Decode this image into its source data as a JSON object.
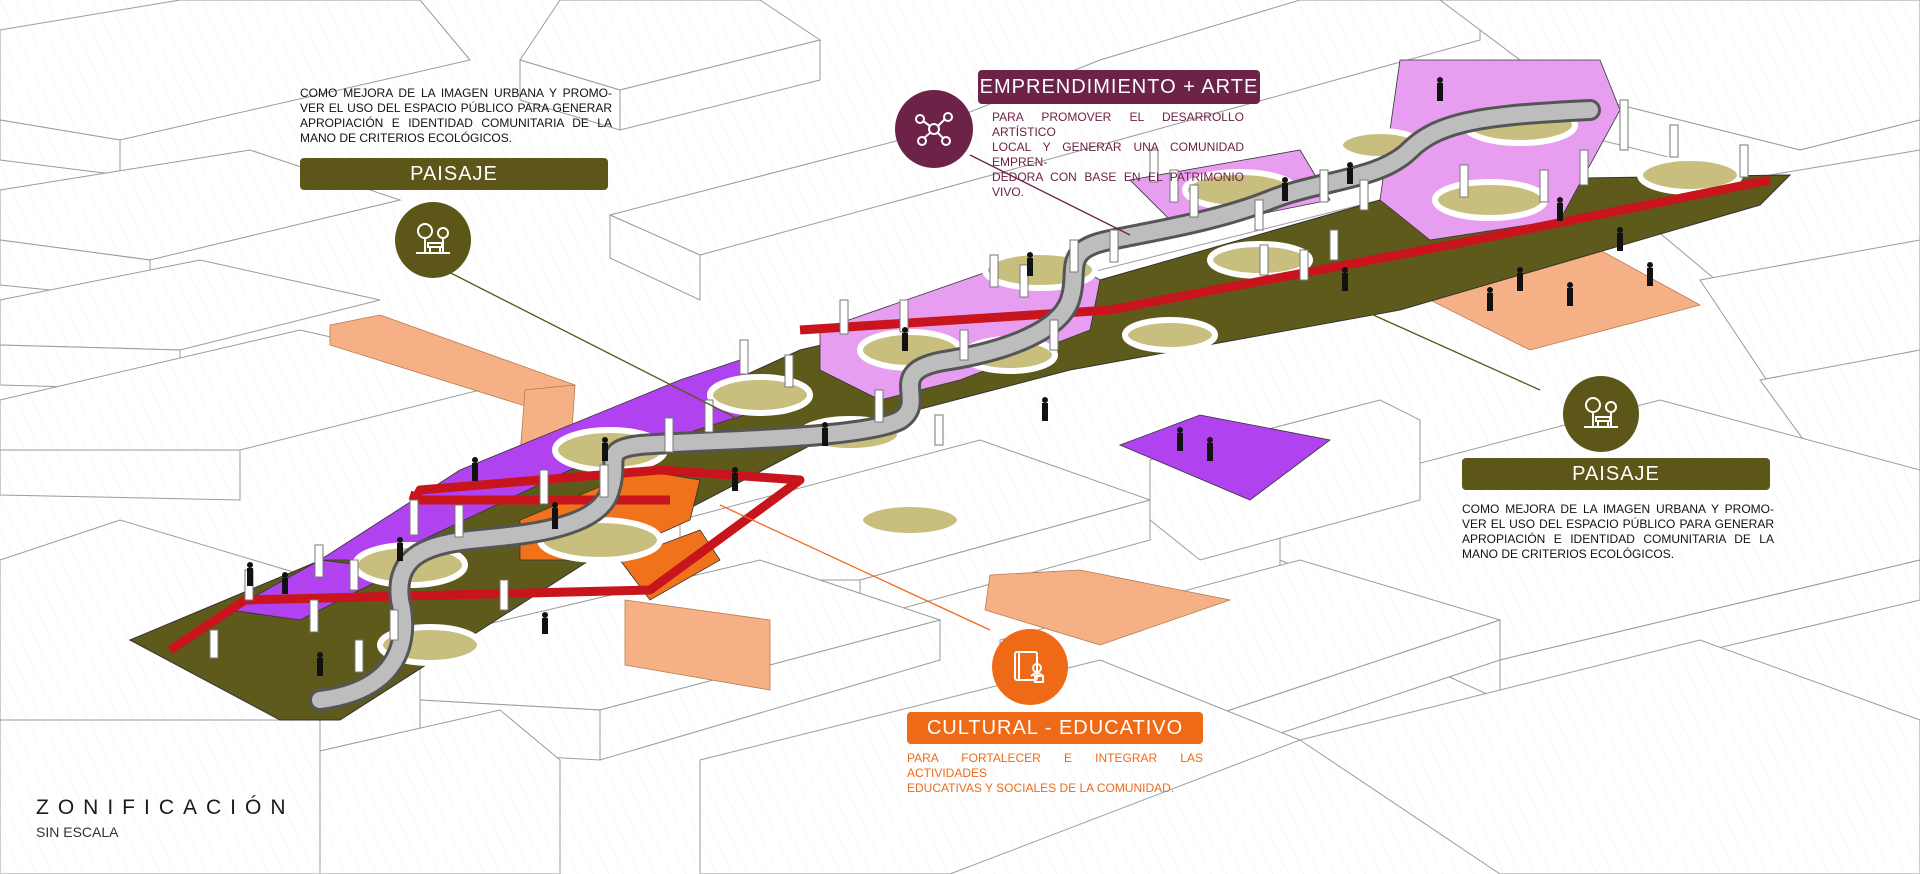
{
  "title": "ZONIFICACIÓN",
  "subtitle": "SIN ESCALA",
  "colors": {
    "paisaje": "#5c5718",
    "emprendimiento": "#6d2247",
    "cultural": "#ef6a17",
    "purple_zone": "#b042f0",
    "pink_zone": "#e79ef0",
    "peach_zone": "#f6b085",
    "orange_zone": "#f0731c",
    "red_path": "#c8151d",
    "olive_zone": "#5e5a1c",
    "circle_fill": "#c8bf7e"
  },
  "zones": {
    "paisaje_left": {
      "label": "PAISAJE",
      "icon": "park-tree-bench-icon",
      "description": [
        "COMO MEJORA DE LA IMAGEN URBANA Y PROMO-",
        "VER EL USO DEL ESPACIO PÚBLICO PARA GENERAR",
        "APROPIACIÓN E IDENTIDAD COMUNITARIA DE LA",
        "MANO DE CRITERIOS ECOLÓGICOS."
      ]
    },
    "emprendimiento": {
      "label": "EMPRENDIMIENTO + ARTE",
      "icon": "network-nodes-icon",
      "description": [
        "PARA PROMOVER EL DESARROLLO ARTÍSTICO",
        "LOCAL Y GENERAR UNA COMUNIDAD EMPREN-",
        "DEDORA CON BASE EN EL PATRIMONIO VIVO."
      ]
    },
    "paisaje_right": {
      "label": "PAISAJE",
      "icon": "park-tree-bench-icon",
      "description": [
        "COMO MEJORA DE LA IMAGEN URBANA Y PROMO-",
        "VER EL USO DEL ESPACIO PÚBLICO PARA GENERAR",
        "APROPIACIÓN E IDENTIDAD COMUNITARIA DE LA",
        "MANO DE CRITERIOS ECOLÓGICOS."
      ]
    },
    "cultural": {
      "label": "CULTURAL - EDUCATIVO",
      "icon": "book-person-icon",
      "description": [
        "PARA FORTALECER E INTEGRAR LAS ACTIVIDADES",
        "EDUCATIVAS Y SOCIALES DE LA COMUNIDAD."
      ]
    }
  }
}
